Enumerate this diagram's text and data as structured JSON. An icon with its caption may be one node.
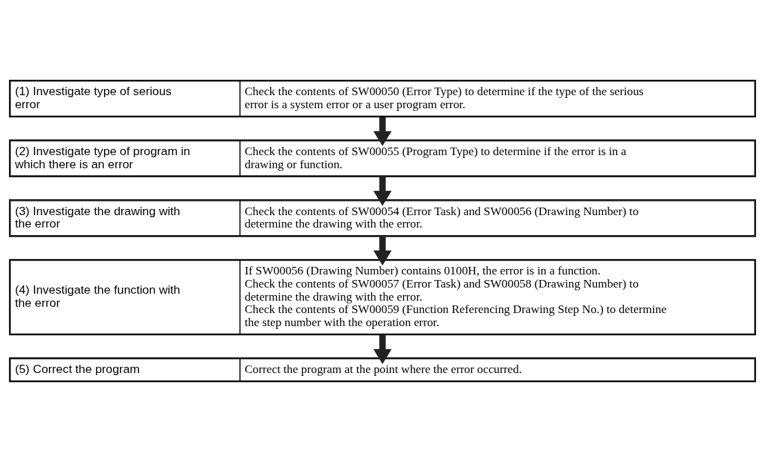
{
  "diagram": {
    "nodes": [
      {
        "text": [
          "(1) Investigate type of serious error",
          "Check the contents of SW00050 (Error Type) to determine if the type of the serious error is a system error or a user program error."
        ]
      },
      {
        "text": [
          "(2) Investigate type of program in which there is an error",
          "Check the contents of SW00055 (Program Type) to determine if the error is in a drawing or function."
        ]
      },
      {
        "text": [
          "(3) Investigate the drawing with the error",
          "Check the contents of SW00054 (Error Task) and SW00056 (Drawing Number) to determine the drawing with the error."
        ]
      },
      {
        "text": [
          "(4) Investigate the function with the error",
          "If SW00056 (Drawing Number) contains 0100H, the error is in a function.",
          "Check the contents of SW00057 (Error Task) and SW00058 (Drawing Number) to determine the drawing with the error.",
          "Check the contents of SW00059 (Function Referencing Drawing Step No.) to determine the step number with the operation error."
        ]
      },
      {
        "text": [
          "(5) Correct the program",
          "Correct the program at the point where the error occurred."
        ]
      }
    ],
    "edges": [
      {
        "from": 0,
        "to": 1,
        "arrow": "to"
      },
      {
        "from": 1,
        "to": 2,
        "arrow": "to"
      },
      {
        "from": 2,
        "to": 3,
        "arrow": "to"
      },
      {
        "from": 3,
        "to": 4,
        "arrow": "to"
      }
    ]
  }
}
